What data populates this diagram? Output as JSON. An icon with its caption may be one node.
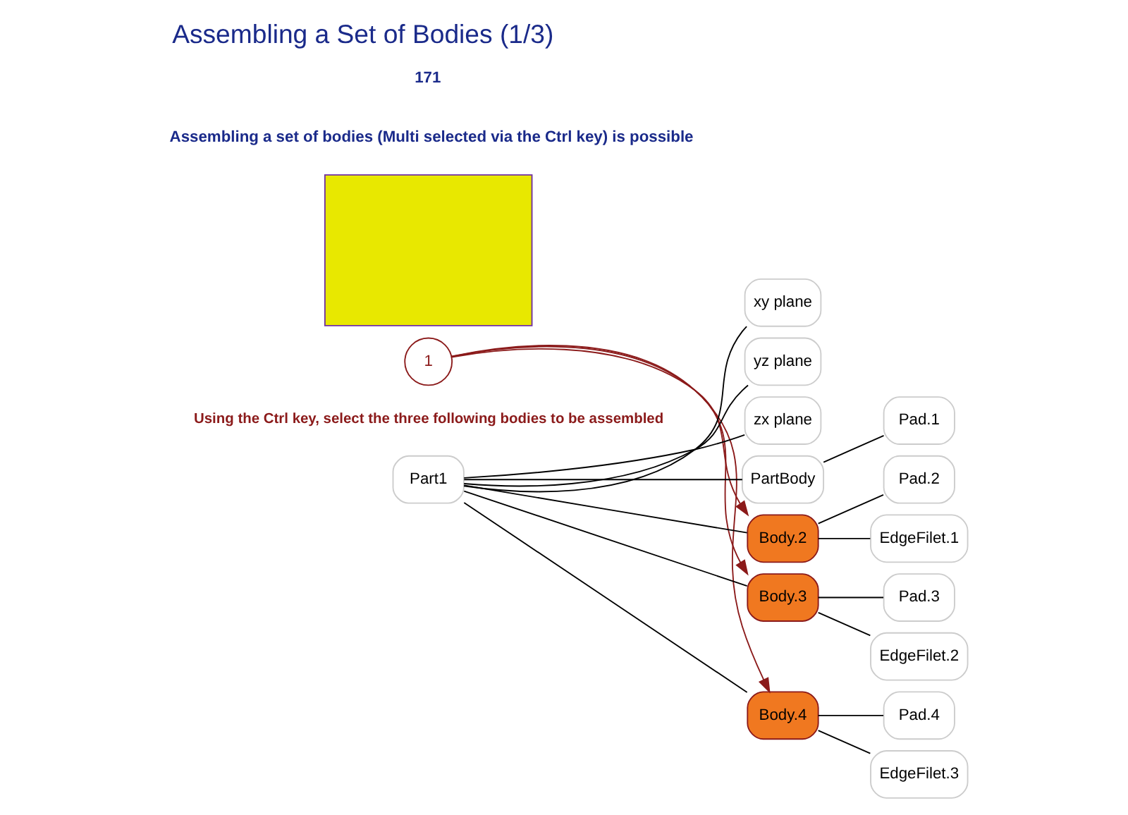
{
  "diagram": {
    "title": "Assembling a Set of Bodies (1/3)",
    "nodes": [
      {
        "text": [
          "1"
        ],
        "beside": [
          "Using the Ctrl key, select the three following bodies to be assembled"
        ]
      },
      {
        "text": [
          "Part1"
        ]
      },
      {
        "text": [
          "xy plane"
        ]
      },
      {
        "text": [
          "yz plane"
        ]
      },
      {
        "text": [
          "zx plane"
        ]
      },
      {
        "text": [
          "PartBody"
        ]
      },
      {
        "text": [
          "Pad.1"
        ]
      },
      {
        "text": [
          "Body.2"
        ]
      },
      {
        "text": [
          "Pad.2"
        ]
      },
      {
        "text": [
          "EdgeFilet.1"
        ]
      },
      {
        "text": [
          "Body.3"
        ]
      },
      {
        "text": [
          "Pad.3"
        ]
      },
      {
        "text": [
          "EdgeFilet.2"
        ]
      },
      {
        "text": [
          "Body.4"
        ]
      },
      {
        "text": [
          "Pad.4"
        ]
      },
      {
        "text": [
          "EdgeFilet.3"
        ]
      },
      {
        "text": [],
        "shape": "box"
      }
    ],
    "edges": [
      {
        "from": 1,
        "to": 2,
        "arrow": "none"
      },
      {
        "from": 1,
        "to": 3,
        "arrow": "none"
      },
      {
        "from": 1,
        "to": 4,
        "arrow": "none"
      },
      {
        "from": 1,
        "to": 5,
        "arrow": "none"
      },
      {
        "from": 5,
        "to": 6,
        "arrow": "none"
      },
      {
        "from": 1,
        "to": 7,
        "arrow": "none"
      },
      {
        "from": 7,
        "to": 8,
        "arrow": "none"
      },
      {
        "from": 7,
        "to": 9,
        "arrow": "none"
      },
      {
        "from": 1,
        "to": 10,
        "arrow": "none"
      },
      {
        "from": 10,
        "to": 11,
        "arrow": "none"
      },
      {
        "from": 10,
        "to": 12,
        "arrow": "none"
      },
      {
        "from": 1,
        "to": 13,
        "arrow": "none"
      },
      {
        "from": 13,
        "to": 14,
        "arrow": "none"
      },
      {
        "from": 13,
        "to": 15,
        "arrow": "none"
      },
      {
        "from": 0,
        "to": 7,
        "arrow": "to",
        "color": "#8b1a1a"
      },
      {
        "from": 0,
        "to": 10,
        "arrow": "to",
        "color": "#8b1a1a"
      },
      {
        "from": 0,
        "to": 13,
        "arrow": "to",
        "color": "#8b1a1a"
      }
    ],
    "labels": [
      "Assembling a set of bodies (Multi selected via the Ctrl key) is possible",
      "171"
    ]
  }
}
